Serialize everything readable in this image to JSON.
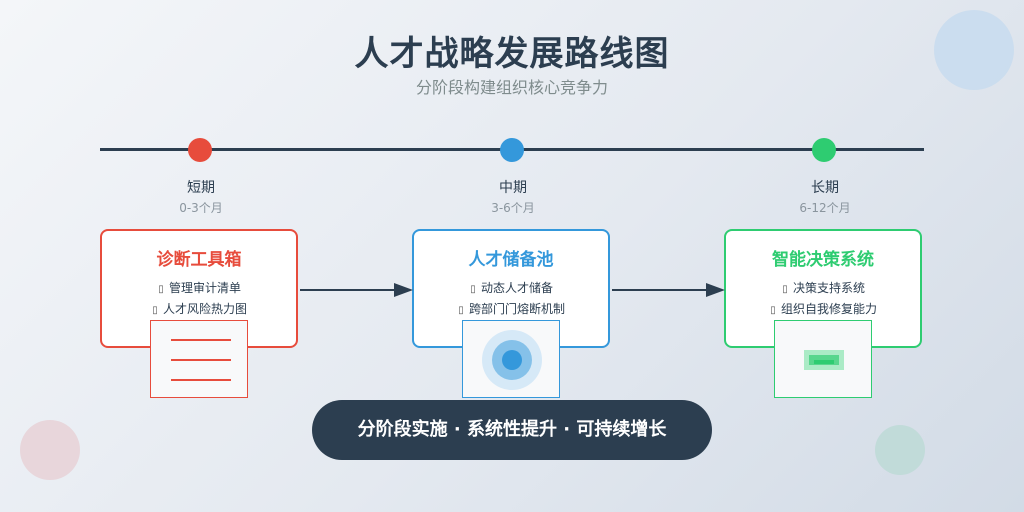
{
  "title": "人才战略发展路线图",
  "subtitle": "分阶段构建组织核心竞争力",
  "stages": [
    {
      "label": "短期",
      "range": "0-3个月",
      "color": "#e74c3c",
      "card_title": "诊断工具箱",
      "items": [
        "管理审计清单",
        "人才风险热力图"
      ],
      "thumb_icon": "checklist-lines-icon"
    },
    {
      "label": "中期",
      "range": "3-6个月",
      "color": "#3498db",
      "card_title": "人才储备池",
      "items": [
        "动态人才储备",
        "跨部门门熔断机制"
      ],
      "thumb_icon": "concentric-pool-icon"
    },
    {
      "label": "长期",
      "range": "6-12个月",
      "color": "#2ecc71",
      "card_title": "智能决策系统",
      "items": [
        "决策支持系统",
        "组织自我修复能力"
      ],
      "thumb_icon": "stacked-layers-icon"
    }
  ],
  "banner": "分阶段实施 · 系统性提升 · 可持续增长",
  "colors": {
    "dark": "#2c3e50",
    "muted": "#7f8c8d"
  }
}
